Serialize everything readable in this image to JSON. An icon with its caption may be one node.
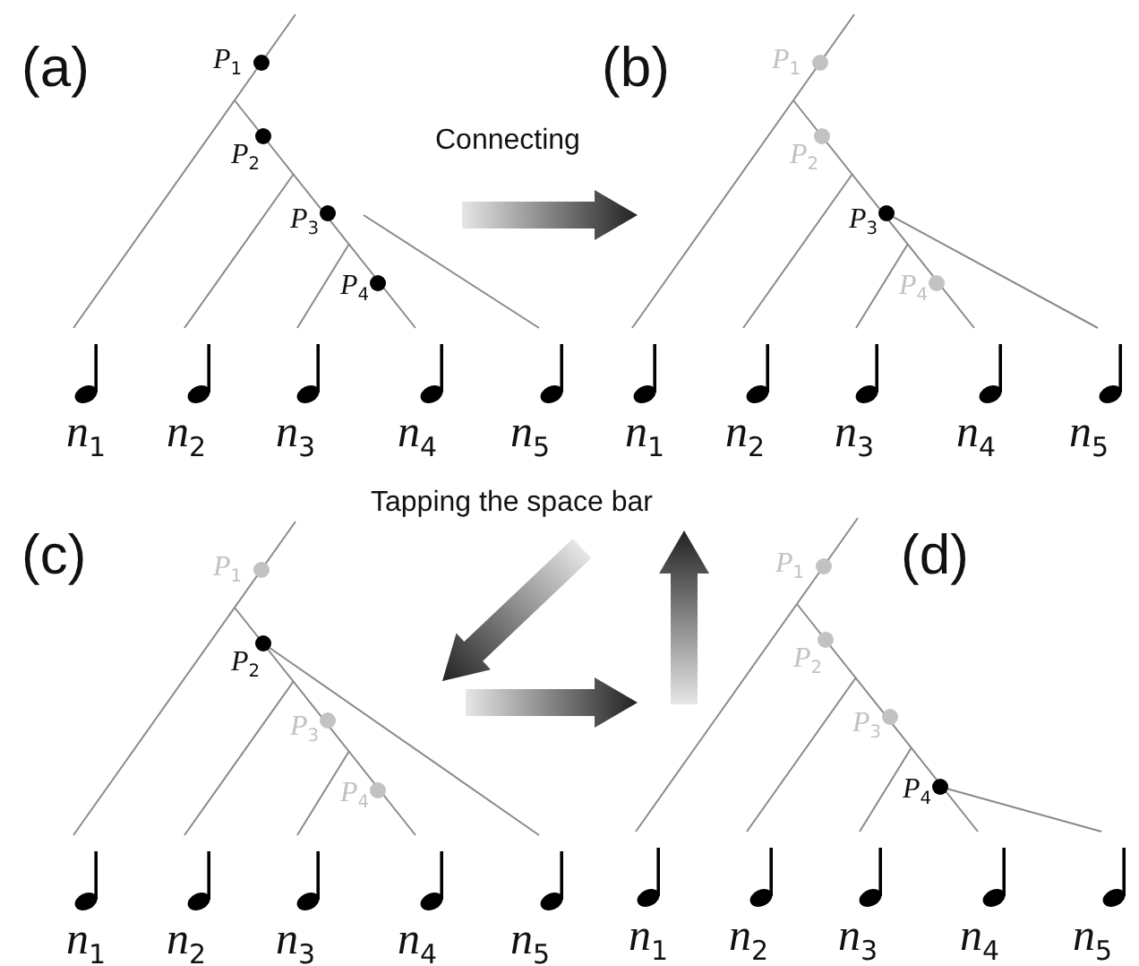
{
  "diagram": {
    "labels": [
      "(a)",
      "(b)",
      "Connecting",
      "Tapping the space bar",
      "(c)",
      "(d)",
      "*P*$_{1}$",
      "*P*$_{2}$",
      "*P*$_{3}$",
      "*P*$_{4}$",
      "*n*$_{1}$",
      "*n*$_{2}$",
      "*n*$_{3}$",
      "*n*$_{4}$",
      "*n*$_{5}$",
      "*P*$_{1}$",
      "*P*$_{2}$",
      "*P*$_{3}$",
      "*P*$_{4}$",
      "*n*$_{1}$",
      "*n*$_{2}$",
      "*n*$_{3}$",
      "*n*$_{4}$",
      "*n*$_{5}$",
      "*P*$_{1}$",
      "*P*$_{2}$",
      "*P*$_{3}$",
      "*P*$_{4}$",
      "*n*$_{1}$",
      "*n*$_{2}$",
      "*n*$_{3}$",
      "*n*$_{4}$",
      "*n*$_{5}$",
      "*P*$_{1}$",
      "*P*$_{2}$",
      "*P*$_{3}$",
      "*P*$_{4}$",
      "*n*$_{1}$",
      "*n*$_{2}$",
      "*n*$_{3}$",
      "*n*$_{4}$",
      "*n*$_{5}$"
    ]
  }
}
